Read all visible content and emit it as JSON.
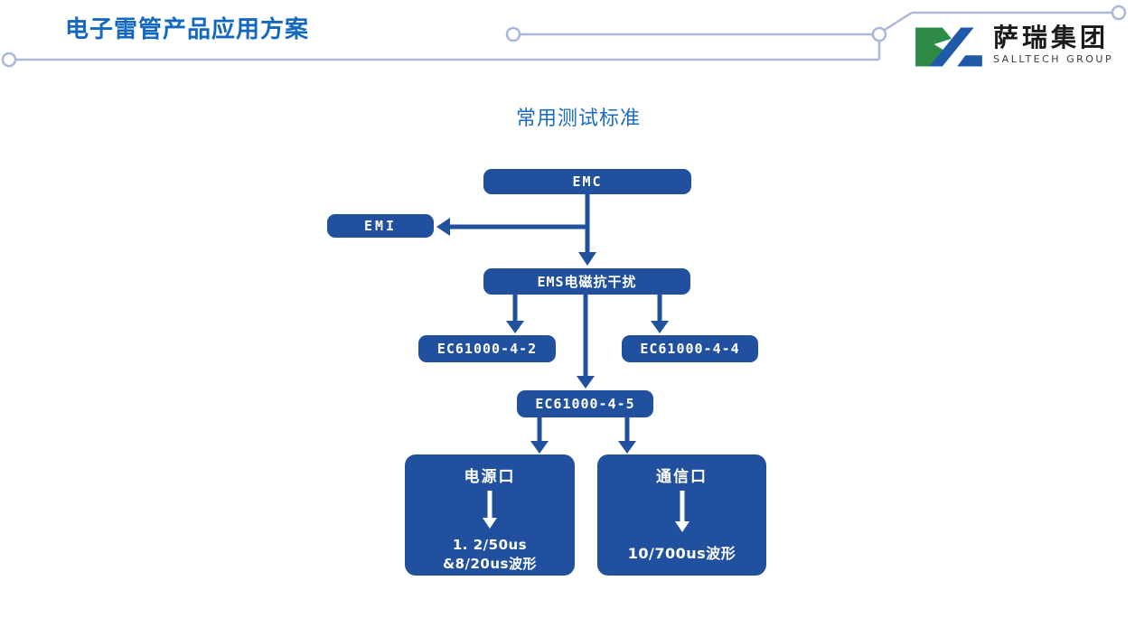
{
  "slide": {
    "title": "电子雷管产品应用方案",
    "logo": {
      "name": "萨瑞集团",
      "subtitle": "SALLTECH GROUP"
    },
    "diagram_title": "常用测试标准"
  },
  "flowchart": {
    "nodes": {
      "emc": {
        "label": "EMC"
      },
      "emi": {
        "label": "EMI"
      },
      "ems": {
        "label": "EMS电磁抗干扰"
      },
      "ec61000_4_2": {
        "label": "EC61000-4-2"
      },
      "ec61000_4_4": {
        "label": "EC61000-4-4"
      },
      "ec61000_4_5": {
        "label": "EC61000-4-5"
      },
      "power_port": {
        "label": "电源口",
        "detail_line1": "1. 2/50us",
        "detail_line2": "&8/20us波形"
      },
      "comm_port": {
        "label": "通信口",
        "detail_line1": "10/700us波形"
      }
    },
    "edges": [
      "EMC -> EMI",
      "EMC -> EMS电磁抗干扰",
      "EMS电磁抗干扰 -> EC61000-4-2",
      "EMS电磁抗干扰 -> EC61000-4-4",
      "EMS电磁抗干扰 -> EC61000-4-5",
      "EC61000-4-5 -> 电源口",
      "EC61000-4-5 -> 通信口"
    ]
  },
  "colors": {
    "node_blue": "#21519E",
    "title_blue": "#1268C1",
    "diagram_title_blue": "#1B6BC0",
    "divider_line": "#A9B7D8",
    "logo_green": "#2E8B47",
    "logo_blue": "#1E5AA8",
    "logo_text": "#1A1A1A",
    "node_text": "#FFFFFF"
  }
}
